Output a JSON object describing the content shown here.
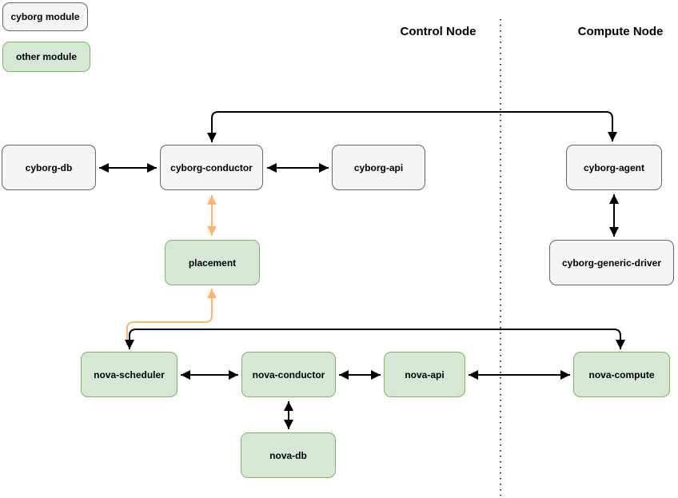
{
  "legend": {
    "items": [
      {
        "label": "cyborg module",
        "type": "cyborg"
      },
      {
        "label": "other module",
        "type": "other"
      }
    ]
  },
  "headers": {
    "control": "Control Node",
    "compute": "Compute Node"
  },
  "nodes": {
    "cyborg_db": {
      "label": "cyborg-db",
      "type": "cyborg",
      "zone": "control"
    },
    "cyborg_conductor": {
      "label": "cyborg-conductor",
      "type": "cyborg",
      "zone": "control"
    },
    "cyborg_api": {
      "label": "cyborg-api",
      "type": "cyborg",
      "zone": "control"
    },
    "cyborg_agent": {
      "label": "cyborg-agent",
      "type": "cyborg",
      "zone": "compute"
    },
    "cyborg_generic_driver": {
      "label": "cyborg-generic-driver",
      "type": "cyborg",
      "zone": "compute"
    },
    "placement": {
      "label": "placement",
      "type": "other",
      "zone": "control"
    },
    "nova_scheduler": {
      "label": "nova-scheduler",
      "type": "other",
      "zone": "control"
    },
    "nova_conductor": {
      "label": "nova-conductor",
      "type": "other",
      "zone": "control"
    },
    "nova_api": {
      "label": "nova-api",
      "type": "other",
      "zone": "control"
    },
    "nova_compute": {
      "label": "nova-compute",
      "type": "other",
      "zone": "compute"
    },
    "nova_db": {
      "label": "nova-db",
      "type": "other",
      "zone": "control"
    }
  },
  "edges": [
    {
      "from": "cyborg-db",
      "to": "cyborg-conductor",
      "direction": "bidirectional",
      "color": "black",
      "route": "straight"
    },
    {
      "from": "cyborg-conductor",
      "to": "cyborg-api",
      "direction": "bidirectional",
      "color": "black",
      "route": "straight"
    },
    {
      "from": "cyborg-conductor",
      "to": "cyborg-agent",
      "direction": "bidirectional",
      "color": "black",
      "route": "over-top"
    },
    {
      "from": "cyborg-conductor",
      "to": "placement",
      "direction": "bidirectional",
      "color": "orange",
      "route": "straight"
    },
    {
      "from": "nova-scheduler",
      "to": "placement",
      "direction": "to-placement",
      "color": "orange",
      "route": "elbow"
    },
    {
      "from": "nova-scheduler",
      "to": "nova-compute",
      "direction": "bidirectional",
      "color": "black",
      "route": "over-top"
    },
    {
      "from": "nova-scheduler",
      "to": "nova-conductor",
      "direction": "bidirectional",
      "color": "black",
      "route": "straight"
    },
    {
      "from": "nova-conductor",
      "to": "nova-api",
      "direction": "bidirectional",
      "color": "black",
      "route": "straight"
    },
    {
      "from": "nova-api",
      "to": "nova-compute",
      "direction": "bidirectional",
      "color": "black",
      "route": "straight"
    },
    {
      "from": "nova-conductor",
      "to": "nova-db",
      "direction": "bidirectional",
      "color": "black",
      "route": "straight"
    },
    {
      "from": "cyborg-agent",
      "to": "cyborg-generic-driver",
      "direction": "bidirectional",
      "color": "black",
      "route": "straight"
    }
  ],
  "colors": {
    "cyborg_fill": "#f5f5f5",
    "cyborg_border": "#666666",
    "other_fill": "#d5e8d4",
    "other_border": "#82b366",
    "arrow_black": "#000000",
    "arrow_orange": "#ffb570",
    "divider": "#333333"
  }
}
